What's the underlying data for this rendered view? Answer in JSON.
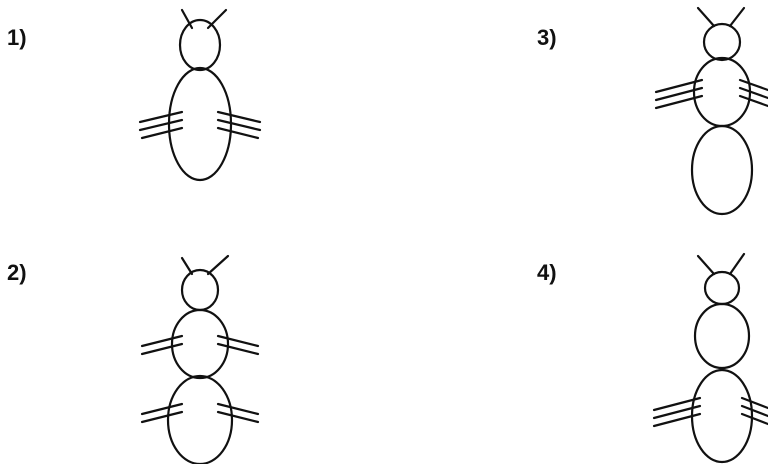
{
  "options": [
    {
      "label": "1)",
      "head": true,
      "segments": 1,
      "legs_on_segment": 1
    },
    {
      "label": "2)",
      "head": true,
      "segments": 2,
      "legs_on_segment": [
        1,
        2
      ]
    },
    {
      "label": "3)",
      "head": true,
      "segments": 2,
      "legs_on_segment": 1
    },
    {
      "label": "4)",
      "head": true,
      "segments": 2,
      "legs_on_segment": 2
    }
  ],
  "colors": {
    "stroke": "#111111",
    "background": "#ffffff"
  }
}
